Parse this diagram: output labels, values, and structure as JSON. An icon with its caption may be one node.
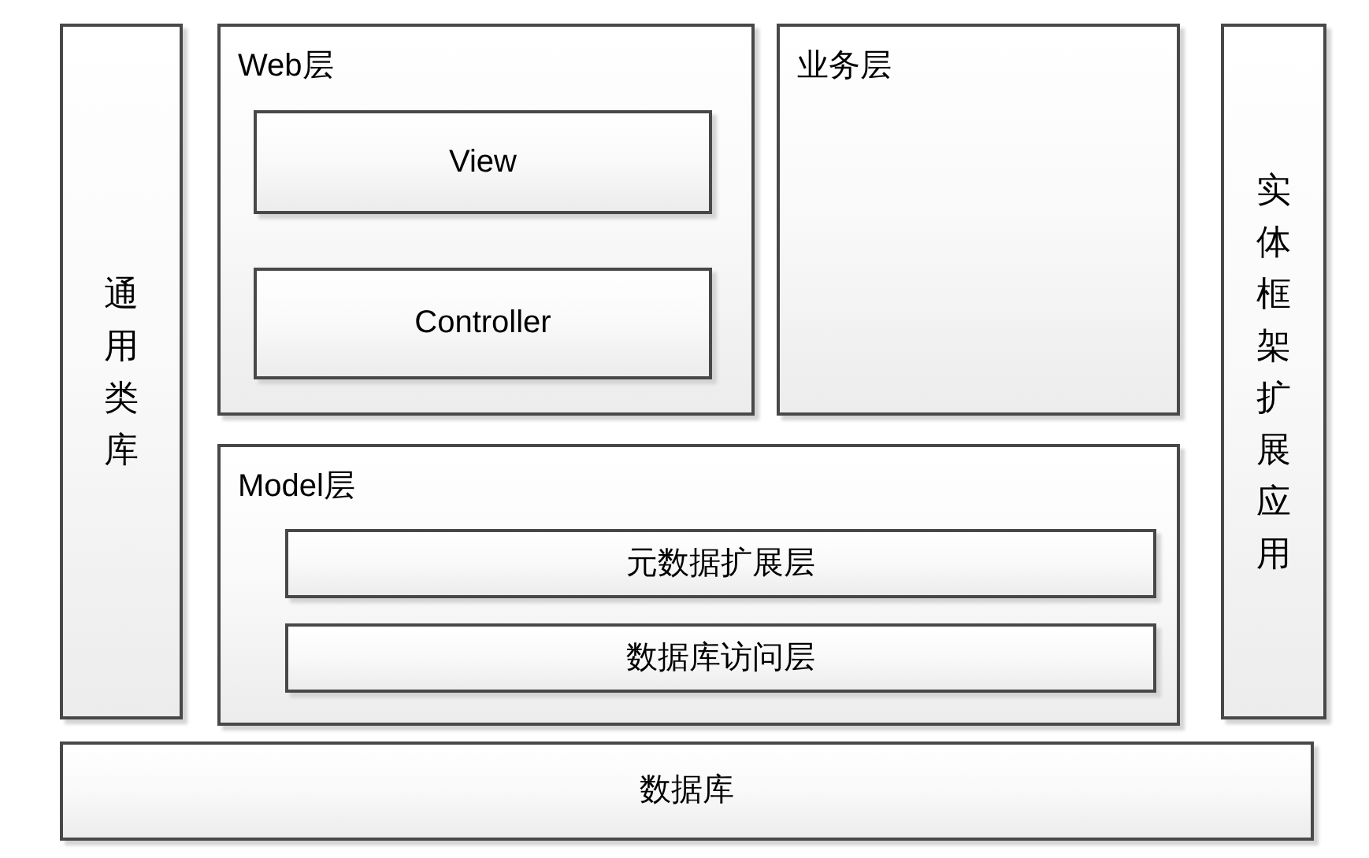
{
  "diagram": {
    "nodes": [
      {
        "text": [
          "通用类库"
        ]
      },
      {
        "text": [
          "Web层"
        ]
      },
      {
        "text": [
          "View"
        ],
        "in": 1
      },
      {
        "text": [
          "Controller"
        ],
        "in": 1
      },
      {
        "text": [
          "业务层"
        ]
      },
      {
        "text": [
          "Model层"
        ]
      },
      {
        "text": [
          "元数据扩展层"
        ],
        "in": 5
      },
      {
        "text": [
          "数据库访问层"
        ],
        "in": 5
      },
      {
        "text": [
          "实体框架扩展应用"
        ]
      },
      {
        "text": [
          "数据库"
        ]
      }
    ]
  }
}
